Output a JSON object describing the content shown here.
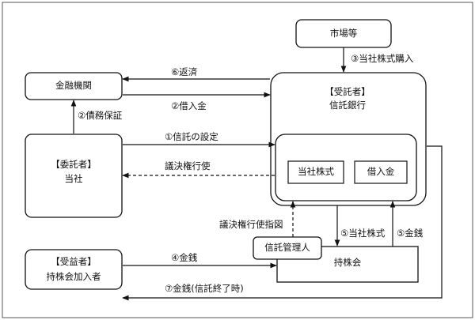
{
  "nodes": {
    "market": "市場等",
    "bank": "金融機関",
    "trustee_role": "【受託者】",
    "trustee_name": "信託銀行",
    "settlor_role": "【委託者】",
    "settlor_name": "当社",
    "company_stock": "当社株式",
    "borrowing": "借入金",
    "trust_manager": "信託管理人",
    "esop": "持株会",
    "beneficiary_role": "【受益者】",
    "beneficiary_name": "持株会加入者"
  },
  "flows": {
    "purchase": "③当社株式購入",
    "repay": "⑥返済",
    "loan": "②借入金",
    "guarantee": "②債務保証",
    "trust_setting": "①信託の設定",
    "voting": "議決権行使",
    "voting_instruction": "議決権行使指図",
    "stock_transfer": "⑤当社株式",
    "cash_to_trust": "⑤金銭",
    "cash_to_esop": "④金銭",
    "cash_on_termination": "⑦金銭(信託終了時)"
  }
}
